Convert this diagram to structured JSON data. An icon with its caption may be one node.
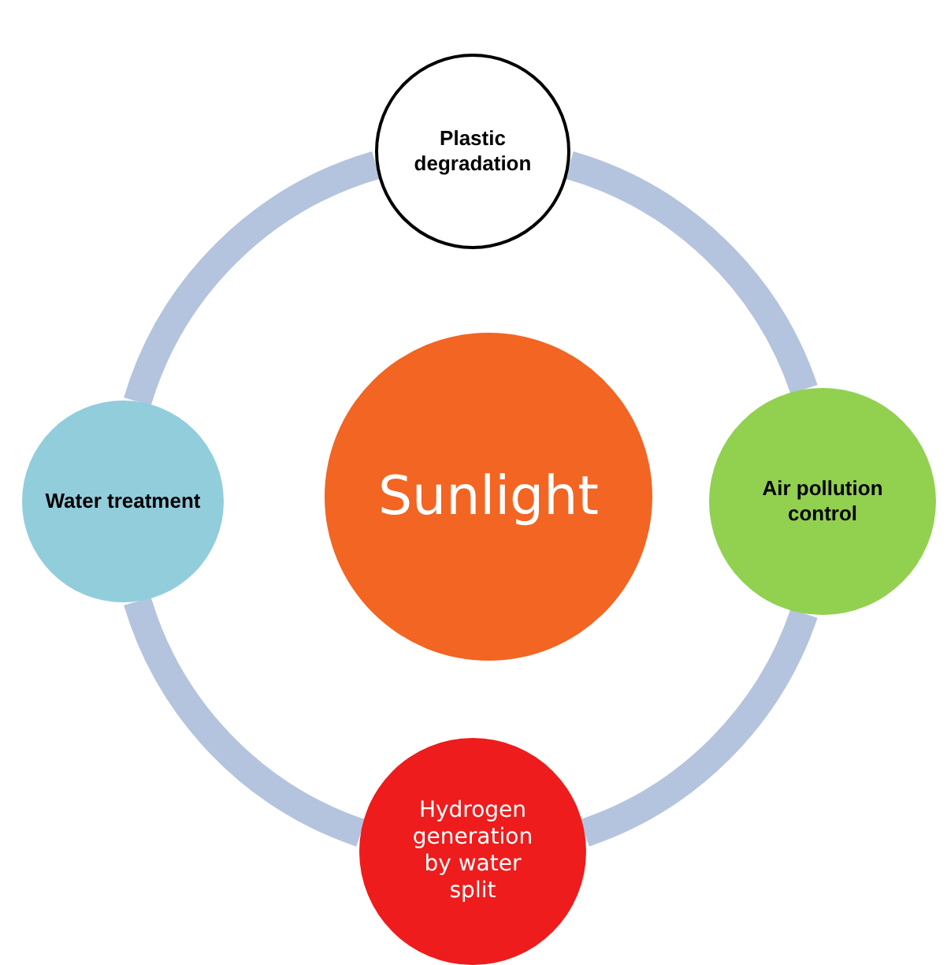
{
  "diagram": {
    "nodes": [
      {
        "text": [
          "Sunlight"
        ]
      },
      {
        "text": [
          "Plastic degradation"
        ]
      },
      {
        "text": [
          "Air pollution control"
        ]
      },
      {
        "text": [
          "Hydrogen generation by water split"
        ]
      },
      {
        "text": [
          "Water treatment"
        ]
      }
    ],
    "edges": [
      {
        "from": 1,
        "to": 2,
        "arrow": "none"
      },
      {
        "from": 2,
        "to": 3,
        "arrow": "none"
      },
      {
        "from": 3,
        "to": 4,
        "arrow": "none"
      },
      {
        "from": 4,
        "to": 1,
        "arrow": "none"
      }
    ]
  }
}
